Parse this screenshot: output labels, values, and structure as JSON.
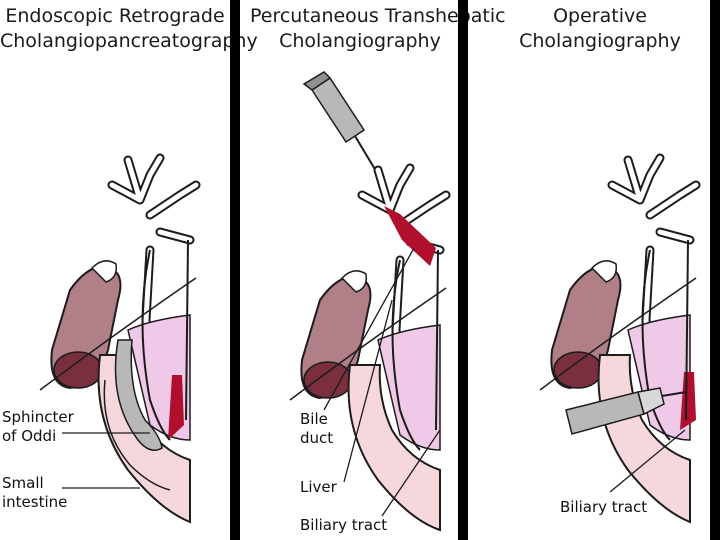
{
  "panels": [
    {
      "title_line1": "Endoscopic Retrograde",
      "title_line2": "Cholangiopancreatography",
      "labels": {
        "sphincter_line1": "Sphincter",
        "sphincter_line2": "of Oddi",
        "intestine_line1": "Small",
        "intestine_line2": "intestine"
      }
    },
    {
      "title_line1": "Percutaneous Transhepatic",
      "title_line2": "Cholangiography",
      "labels": {
        "bile_line1": "Bile",
        "bile_line2": "duct",
        "liver": "Liver",
        "biliary": "Biliary tract"
      }
    },
    {
      "title_line1": "Operative",
      "title_line2": "Cholangiography",
      "labels": {
        "biliary": "Biliary tract"
      }
    }
  ],
  "colors": {
    "outline": "#1c1c1c",
    "gallbladder": "#b07f87",
    "gallbladder_dark": "#7a2f3f",
    "intestine": "#f6d7dc",
    "duct_fill": "#ffffff",
    "contrast": "#b0102e",
    "pancreas": "#f0c8e8",
    "instrument": "#b8b8b8"
  }
}
